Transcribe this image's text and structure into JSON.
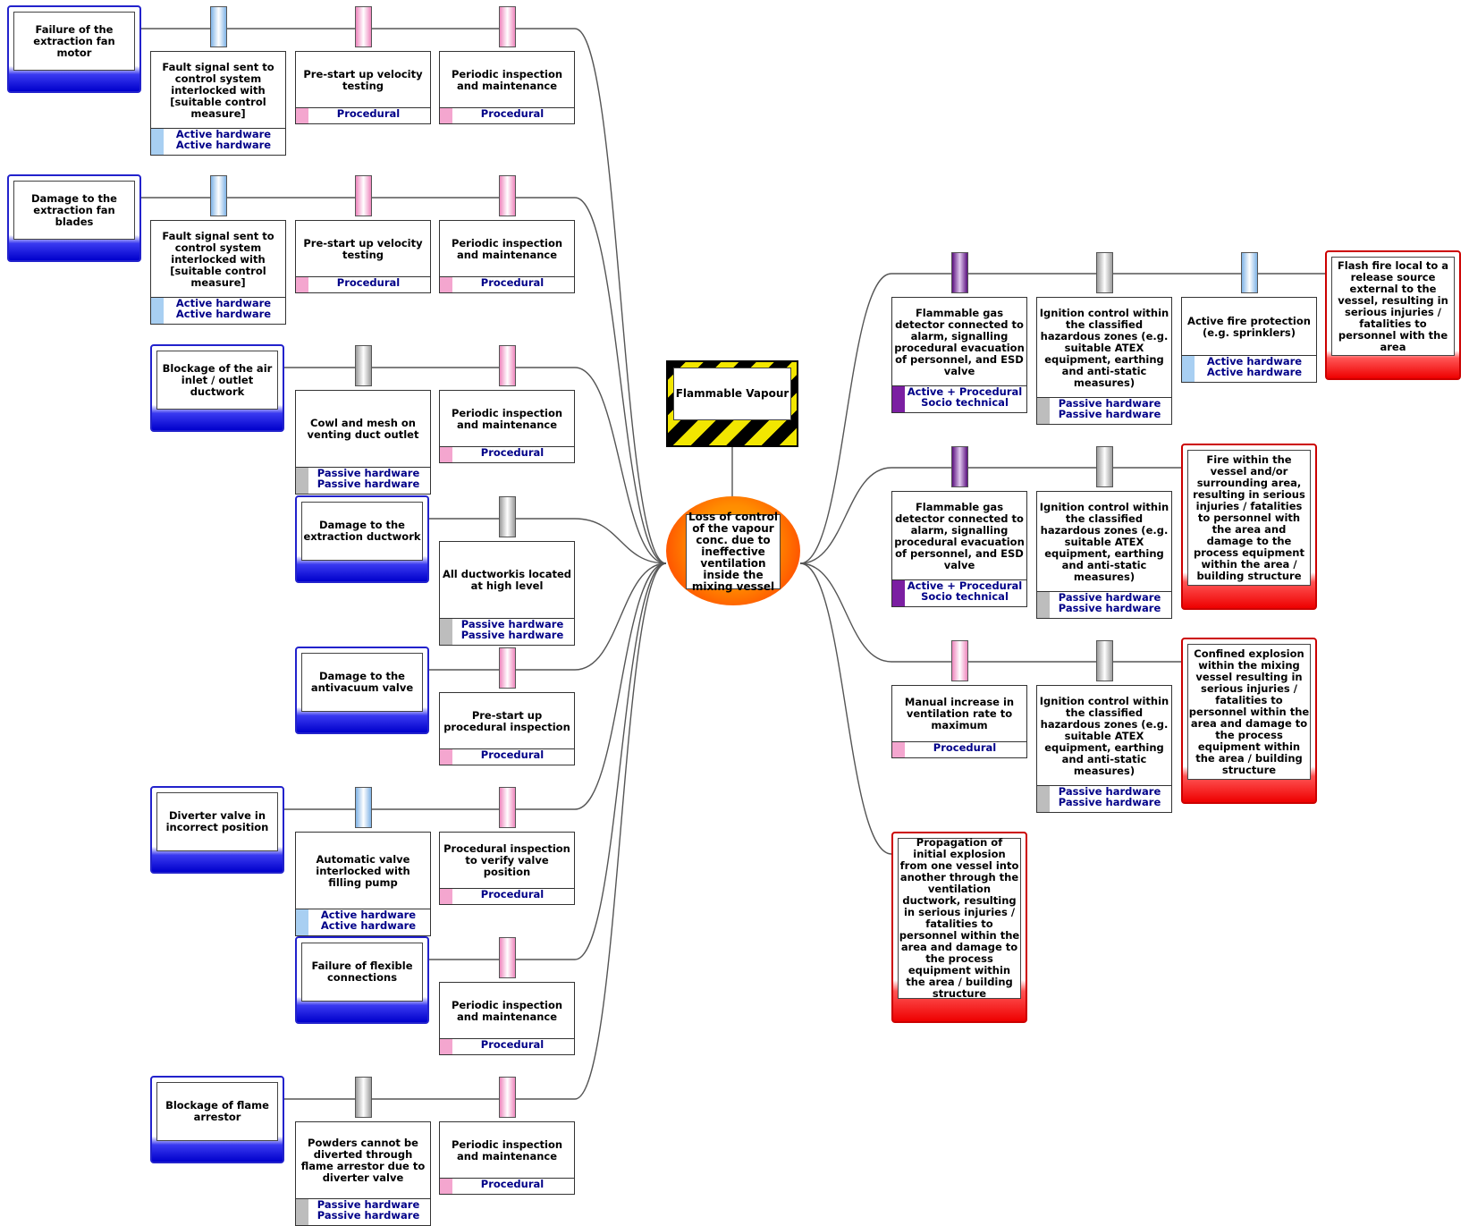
{
  "colors": {
    "active": "#a8cff2",
    "procedural": "#f4a6cf",
    "passive": "#bdbdbd",
    "socio": "#7b1fa2",
    "threat": "#0000cc",
    "consequence": "#ee0000"
  },
  "hazard": "Flammable Vapour",
  "top_event": "Loss of control of the vapour conc. due to ineffective ventilation inside the mixing vessel",
  "threats": [
    {
      "label": "Failure of the extraction fan motor",
      "barriers": [
        {
          "text": "Fault signal sent to control system interlocked with [suitable control measure]",
          "type": "Active hardware",
          "type2": "Active hardware",
          "cat": "active"
        },
        {
          "text": "Pre-start up velocity testing",
          "type": "Procedural",
          "cat": "procedural"
        },
        {
          "text": "Periodic inspection and maintenance",
          "type": "Procedural",
          "cat": "procedural"
        }
      ]
    },
    {
      "label": "Damage to the extraction fan blades",
      "barriers": [
        {
          "text": "Fault signal sent to control system interlocked with [suitable control measure]",
          "type": "Active hardware",
          "type2": "Active hardware",
          "cat": "active"
        },
        {
          "text": "Pre-start up velocity testing",
          "type": "Procedural",
          "cat": "procedural"
        },
        {
          "text": "Periodic inspection and maintenance",
          "type": "Procedural",
          "cat": "procedural"
        }
      ]
    },
    {
      "label": "Blockage of the air inlet / outlet ductwork",
      "barriers": [
        {
          "text": "Cowl and mesh on venting duct outlet",
          "type": "Passive hardware",
          "type2": "Passive hardware",
          "cat": "passive"
        },
        {
          "text": "Periodic inspection and maintenance",
          "type": "Procedural",
          "cat": "procedural"
        }
      ]
    },
    {
      "label": "Damage to the extraction ductwork",
      "barriers": [
        {
          "text": "All ductworkis located at high level",
          "type": "Passive hardware",
          "type2": "Passive hardware",
          "cat": "passive"
        }
      ]
    },
    {
      "label": "Damage to the antivacuum valve",
      "barriers": [
        {
          "text": "Pre-start up procedural inspection",
          "type": "Procedural",
          "cat": "procedural"
        }
      ]
    },
    {
      "label": "Diverter valve in incorrect position",
      "barriers": [
        {
          "text": "Automatic valve interlocked with filling pump",
          "type": "Active hardware",
          "type2": "Active hardware",
          "cat": "active"
        },
        {
          "text": "Procedural inspection to verify valve position",
          "type": "Procedural",
          "cat": "procedural"
        }
      ]
    },
    {
      "label": "Failure of flexible connections",
      "barriers": [
        {
          "text": "Periodic inspection and maintenance",
          "type": "Procedural",
          "cat": "procedural"
        }
      ]
    },
    {
      "label": "Blockage of flame arrestor",
      "barriers": [
        {
          "text": "Powders cannot be diverted through flame arrestor due to diverter valve",
          "type": "Passive hardware",
          "type2": "Passive hardware",
          "cat": "passive"
        },
        {
          "text": "Periodic inspection and maintenance",
          "type": "Procedural",
          "cat": "procedural"
        }
      ]
    }
  ],
  "consequences": [
    {
      "label": "Flash fire local to a release source external to the vessel, resulting in serious injuries / fatalities to personnel with the area",
      "barriers": [
        {
          "text": "Flammable gas detector connected to alarm, signalling procedural evacuation of personnel, and ESD valve",
          "type": "Active + Procedural",
          "type2": "Socio technical",
          "cat": "socio"
        },
        {
          "text": "Ignition control within the classified hazardous zones (e.g. suitable ATEX equipment, earthing and anti-static measures)",
          "type": "Passive hardware",
          "type2": "Passive hardware",
          "cat": "passive"
        },
        {
          "text": "Active fire protection (e.g. sprinklers)",
          "type": "Active hardware",
          "type2": "Active hardware",
          "cat": "active"
        }
      ]
    },
    {
      "label": "Fire within the vessel and/or surrounding area, resulting in serious injuries / fatalities to personnel with the area and damage to the process equipment within the area / building structure",
      "barriers": [
        {
          "text": "Flammable gas detector connected to alarm, signalling procedural evacuation of personnel, and ESD valve",
          "type": "Active + Procedural",
          "type2": "Socio technical",
          "cat": "socio"
        },
        {
          "text": "Ignition control within the classified hazardous zones (e.g. suitable ATEX equipment, earthing and anti-static measures)",
          "type": "Passive hardware",
          "type2": "Passive hardware",
          "cat": "passive"
        }
      ]
    },
    {
      "label": "Confined explosion within the mixing vessel resulting in serious injuries / fatalities to personnel within the area and damage to the process equipment within the area / building structure",
      "barriers": [
        {
          "text": "Manual increase in ventilation rate to maximum",
          "type": "Procedural",
          "cat": "procedural"
        },
        {
          "text": "Ignition control within the classified hazardous zones (e.g. suitable ATEX equipment, earthing and anti-static measures)",
          "type": "Passive hardware",
          "type2": "Passive hardware",
          "cat": "passive"
        }
      ]
    },
    {
      "label": "Propagation of initial explosion from one vessel into another through the ventilation ductwork, resulting in serious injuries / fatalities to personnel within the area and damage to the process equipment within the area / building structure",
      "barriers": []
    }
  ]
}
